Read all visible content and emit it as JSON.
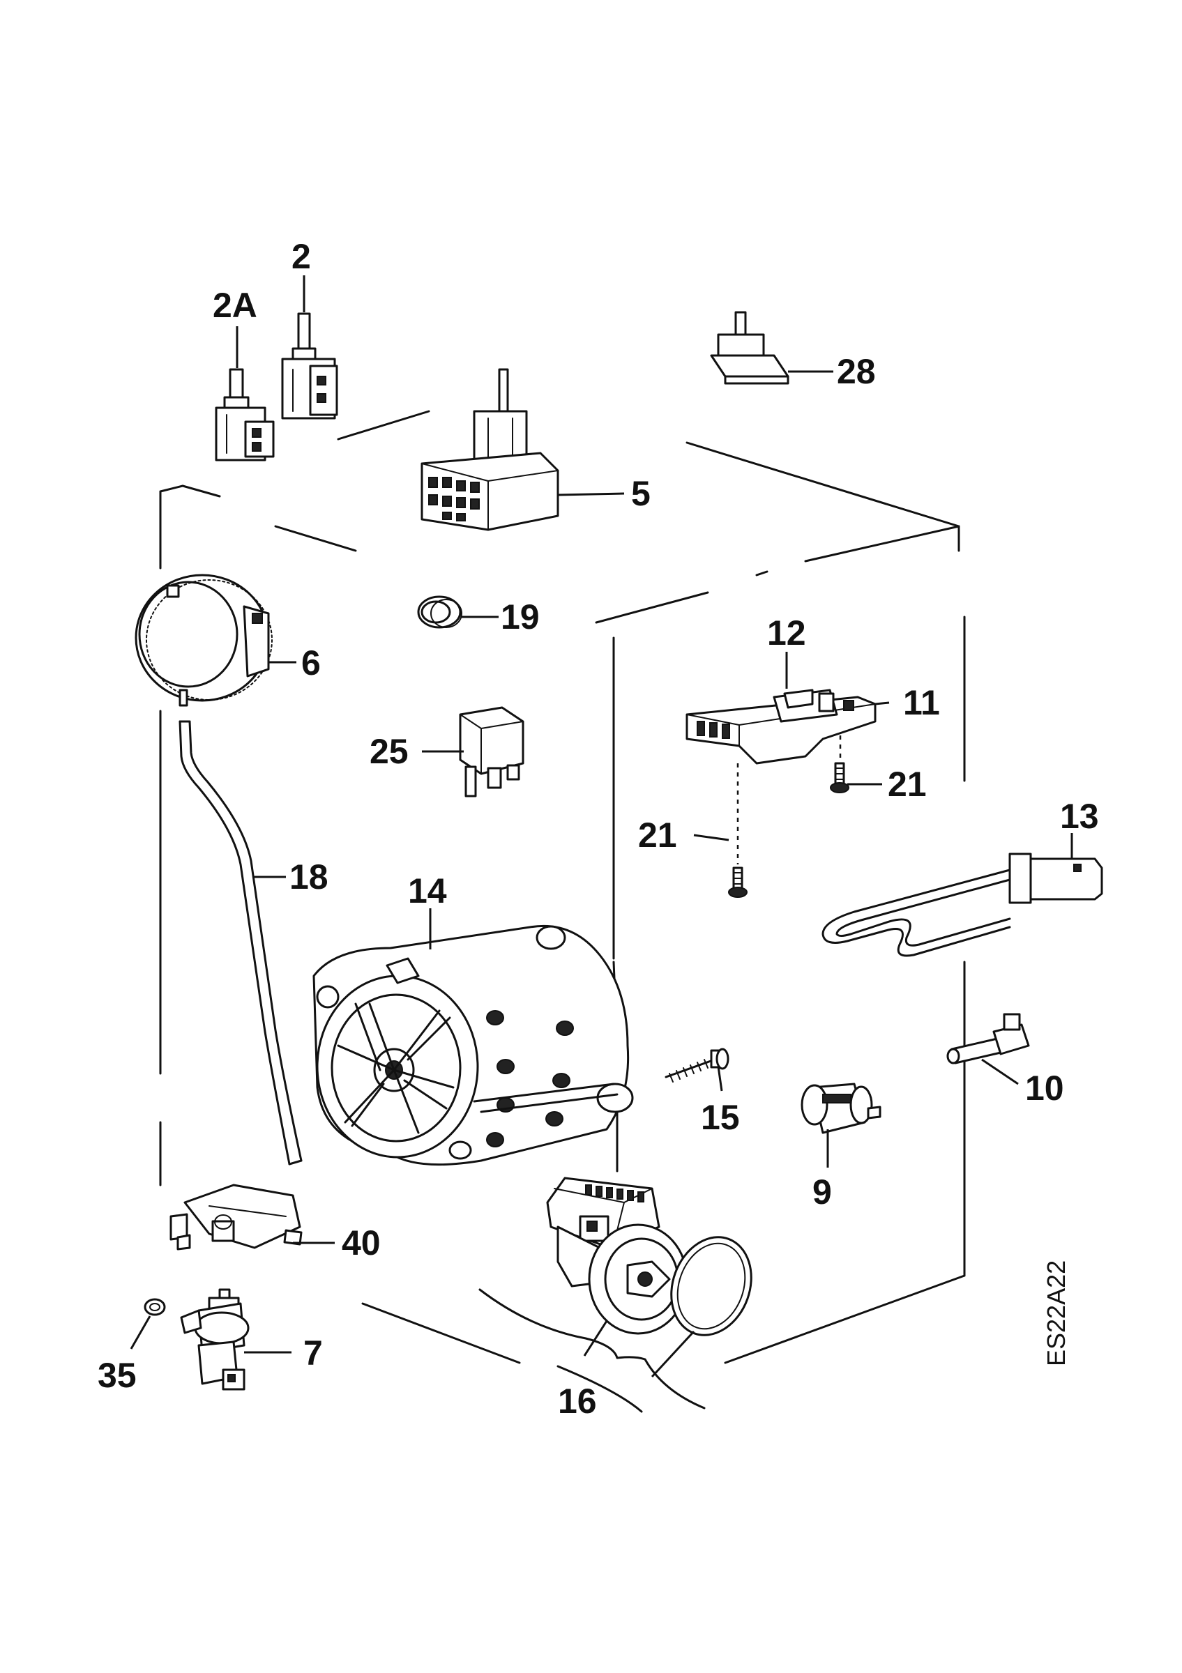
{
  "diagram_code": "ES22A22",
  "callouts": {
    "c2": "2",
    "c2a": "2A",
    "c28": "28",
    "c5": "5",
    "c19": "19",
    "c6": "6",
    "c12": "12",
    "c11": "11",
    "c25": "25",
    "c21a": "21",
    "c21b": "21",
    "c13": "13",
    "c18": "18",
    "c14": "14",
    "c15": "15",
    "c10": "10",
    "c9": "9",
    "c40": "40",
    "c7": "7",
    "c35": "35",
    "c16": "16"
  }
}
